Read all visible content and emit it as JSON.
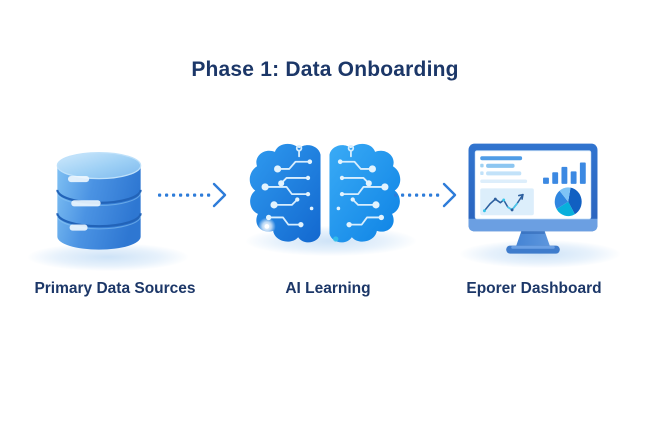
{
  "title": "Phase 1: Data Onboarding",
  "steps": [
    {
      "label": "Primary Data Sources",
      "icon": "database-icon"
    },
    {
      "label": "AI Learning",
      "icon": "brain-circuit-icon"
    },
    {
      "label": "Eporer Dashboard",
      "icon": "dashboard-monitor-icon"
    }
  ],
  "connectors": [
    {
      "from": "Primary Data Sources",
      "to": "AI Learning",
      "style": "dotted-arrow-right"
    },
    {
      "from": "AI Learning",
      "to": "Eporer Dashboard",
      "style": "dotted-arrow-right"
    }
  ],
  "colors": {
    "background": "#ffffff",
    "text": "#1c3768",
    "arrow": "#2e7cd9",
    "icon_blue_light": "#a6d4f6",
    "icon_blue": "#2f86e0",
    "icon_blue_dark": "#1565c0",
    "shadow": "#cfe3f7"
  }
}
